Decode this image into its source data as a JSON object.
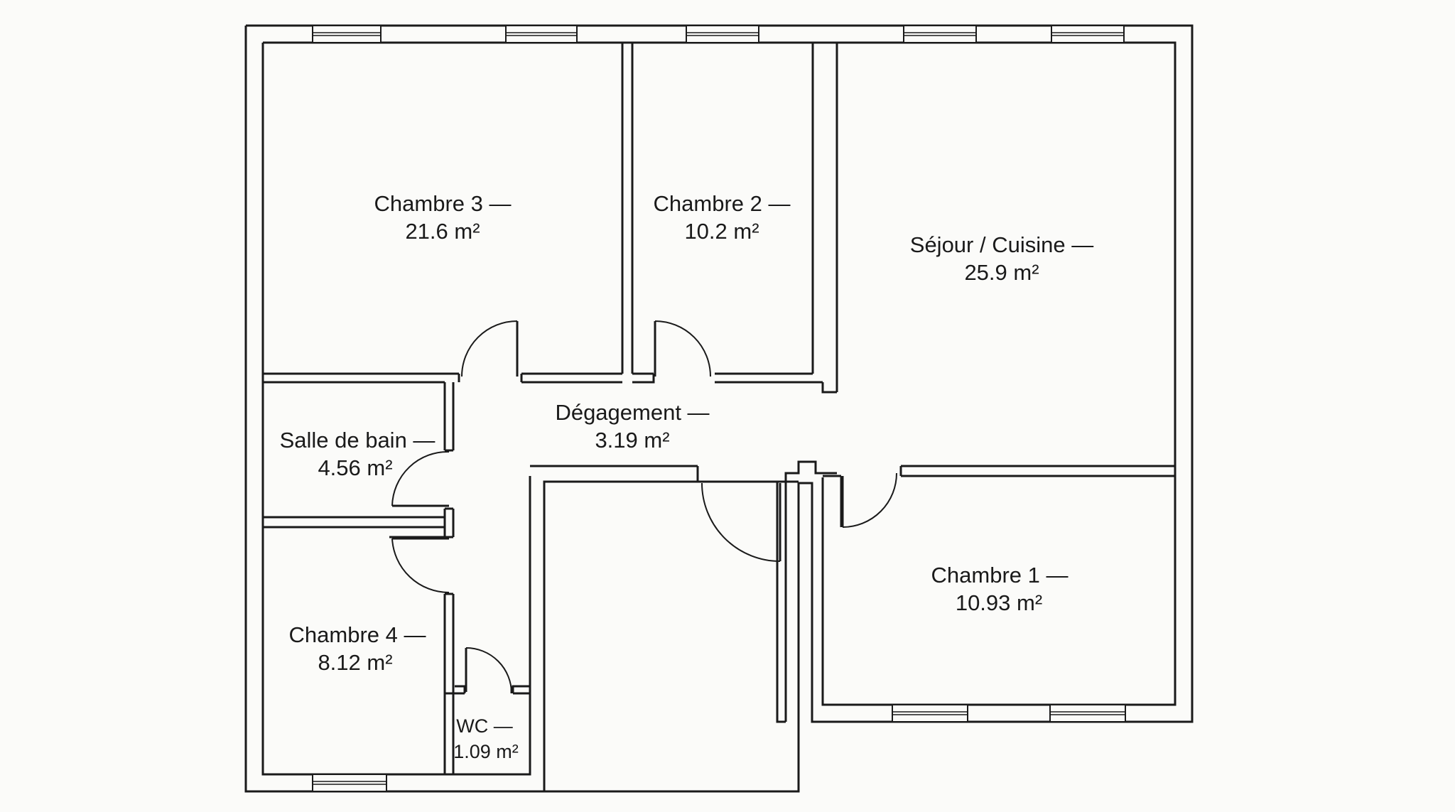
{
  "rooms": [
    {
      "id": "chambre-3",
      "name": "Chambre 3 —",
      "area": "21.6 m²"
    },
    {
      "id": "chambre-2",
      "name": "Chambre 2 —",
      "area": "10.2 m²"
    },
    {
      "id": "sejour-cuisine",
      "name": "Séjour / Cuisine —",
      "area": "25.9 m²"
    },
    {
      "id": "degagement",
      "name": "Dégagement —",
      "area": "3.19 m²"
    },
    {
      "id": "salle-de-bain",
      "name": "Salle de bain —",
      "area": "4.56 m²"
    },
    {
      "id": "chambre-4",
      "name": "Chambre 4 —",
      "area": "8.12 m²"
    },
    {
      "id": "wc",
      "name": "WC —",
      "area": "1.09 m²"
    },
    {
      "id": "chambre-1",
      "name": "Chambre 1 —",
      "area": "10.93 m²"
    }
  ],
  "colors": {
    "line": "#1a1a1a",
    "background": "#fbfbf9"
  }
}
